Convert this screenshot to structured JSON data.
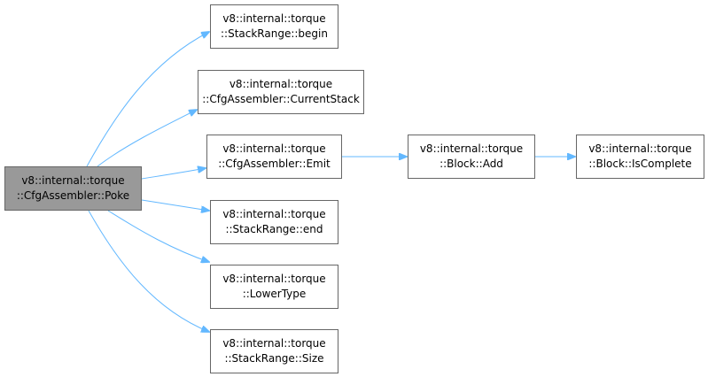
{
  "graph": {
    "edge_color": "#63b8ff",
    "root": {
      "line1": "v8::internal::torque",
      "line2": "::CfgAssembler::Poke"
    },
    "callees": [
      {
        "id": "stackrange-begin",
        "line1": "v8::internal::torque",
        "line2": "::StackRange::begin"
      },
      {
        "id": "cfgassembler-currentstack",
        "line1": "v8::internal::torque",
        "line2": "::CfgAssembler::CurrentStack"
      },
      {
        "id": "cfgassembler-emit",
        "line1": "v8::internal::torque",
        "line2": "::CfgAssembler::Emit"
      },
      {
        "id": "stackrange-end",
        "line1": "v8::internal::torque",
        "line2": "::StackRange::end"
      },
      {
        "id": "lowertype",
        "line1": "v8::internal::torque",
        "line2": "::LowerType"
      },
      {
        "id": "stackrange-size",
        "line1": "v8::internal::torque",
        "line2": "::StackRange::Size"
      }
    ],
    "chain": [
      {
        "id": "block-add",
        "line1": "v8::internal::torque",
        "line2": "::Block::Add"
      },
      {
        "id": "block-iscomplete",
        "line1": "v8::internal::torque",
        "line2": "::Block::IsComplete"
      }
    ]
  }
}
